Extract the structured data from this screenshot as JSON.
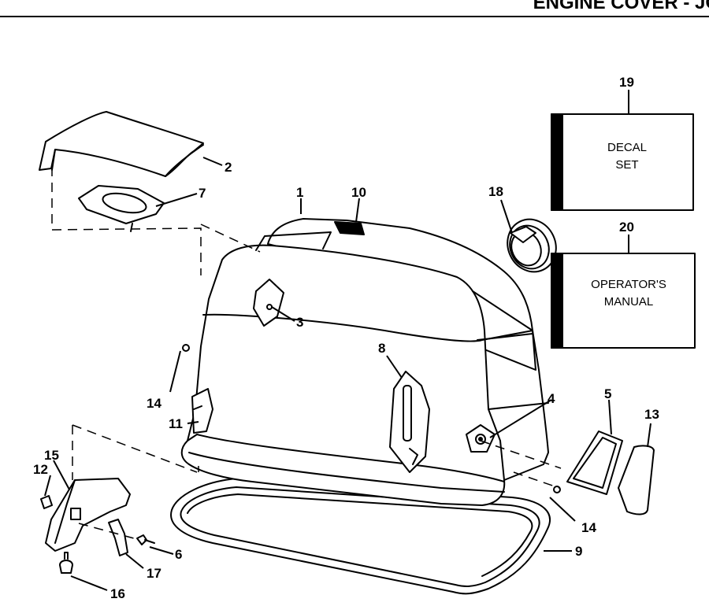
{
  "header": {
    "title": "ENGINE COVER - JO"
  },
  "boxes": {
    "decal_line1": "DECAL",
    "decal_line2": "SET",
    "manual_line1": "OPERATOR'S",
    "manual_line2": "MANUAL"
  },
  "callouts": {
    "c1": "1",
    "c2": "2",
    "c3": "3",
    "c4": "4",
    "c5": "5",
    "c6": "6",
    "c7": "7",
    "c8": "8",
    "c9": "9",
    "c10": "10",
    "c11": "11",
    "c12": "12",
    "c13": "13",
    "c14a": "14",
    "c14b": "14",
    "c15": "15",
    "c16": "16",
    "c17": "17",
    "c18": "18",
    "c19": "19",
    "c20": "20"
  }
}
